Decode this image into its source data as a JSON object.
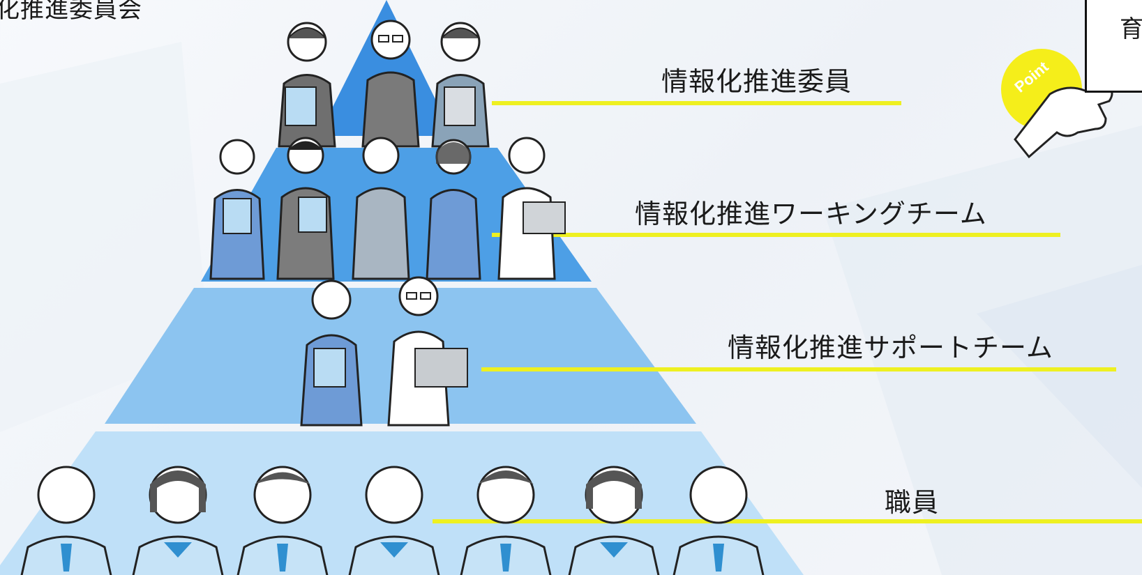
{
  "header": {
    "title_fragment": "化推進委員会"
  },
  "pyramid": {
    "tiers": [
      {
        "label": "情報化推進委員",
        "people": 3
      },
      {
        "label": "情報化推進ワーキングチーム",
        "people": 5
      },
      {
        "label": "情報化推進サポートチーム",
        "people": 2
      },
      {
        "label": "職員",
        "people": 7
      }
    ],
    "colors": {
      "tier1": "#3a8ee0",
      "tier2": "#4d9fe6",
      "tier3": "#8cc4f0",
      "tier4": "#bfe0f8",
      "leader_line": "#eef021"
    }
  },
  "point_badge": {
    "text": "Point",
    "icon": "pointing-hand-icon",
    "color": "#f5ee1a"
  },
  "side_note": {
    "text_fragment": "育"
  }
}
